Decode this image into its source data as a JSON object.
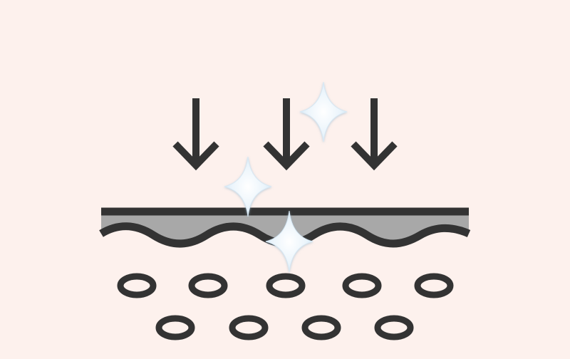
{
  "illustration": {
    "background_color": "#fdf1ed",
    "ink_color": "#333333",
    "layer_fill_color": "#a8a8a8",
    "sparkle_color": "#dff0fb",
    "sparkle_edge_color": "#b8d8ef",
    "arrows": {
      "count": 3,
      "direction": "down",
      "icon": "arrow-down-icon"
    },
    "sparkles": {
      "count": 3,
      "icon": "sparkle-icon"
    },
    "skin_layer": {
      "icon": "skin-layer-icon"
    },
    "cells": {
      "row_counts": [
        5,
        4
      ],
      "icon": "cell-icon"
    }
  }
}
